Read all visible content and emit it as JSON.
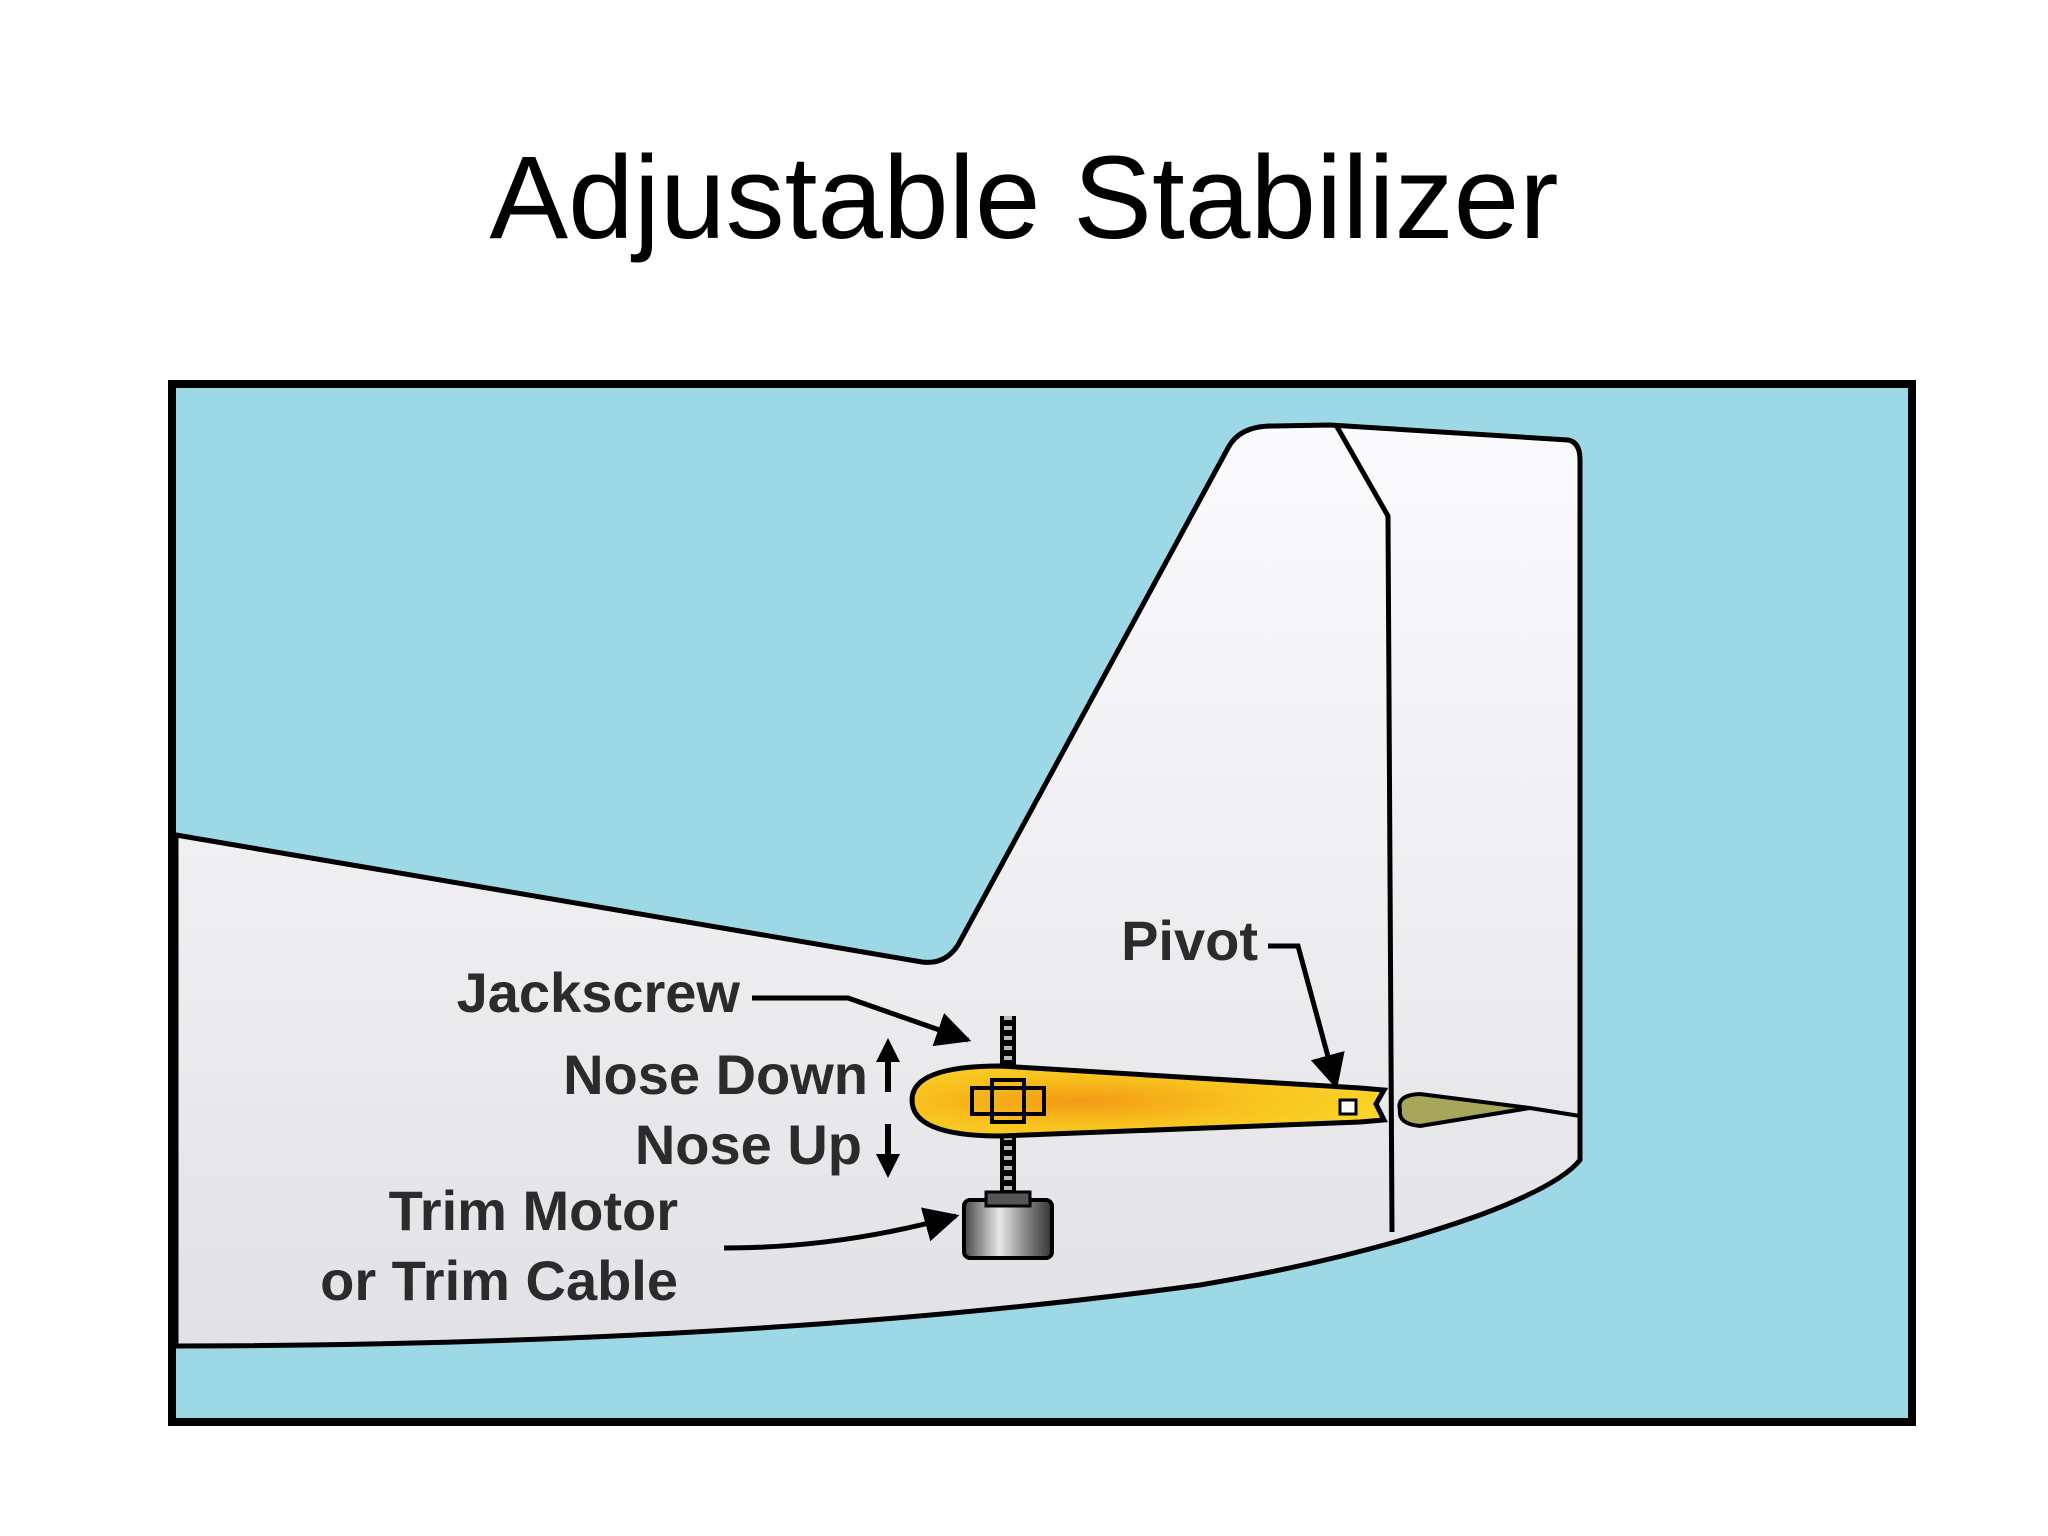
{
  "title": "Adjustable Stabilizer",
  "labels": {
    "jackscrew": "Jackscrew",
    "nose_down": "Nose Down",
    "nose_up": "Nose Up",
    "trim_motor_line1": "Trim Motor",
    "trim_motor_line2": "or Trim Cable",
    "pivot": "Pivot"
  },
  "colors": {
    "sky": "#9dd8e6",
    "airframe": "#ececef",
    "stabilizer": "#f6bd1c",
    "elevator": "#a8a65a",
    "outline": "#000000"
  }
}
